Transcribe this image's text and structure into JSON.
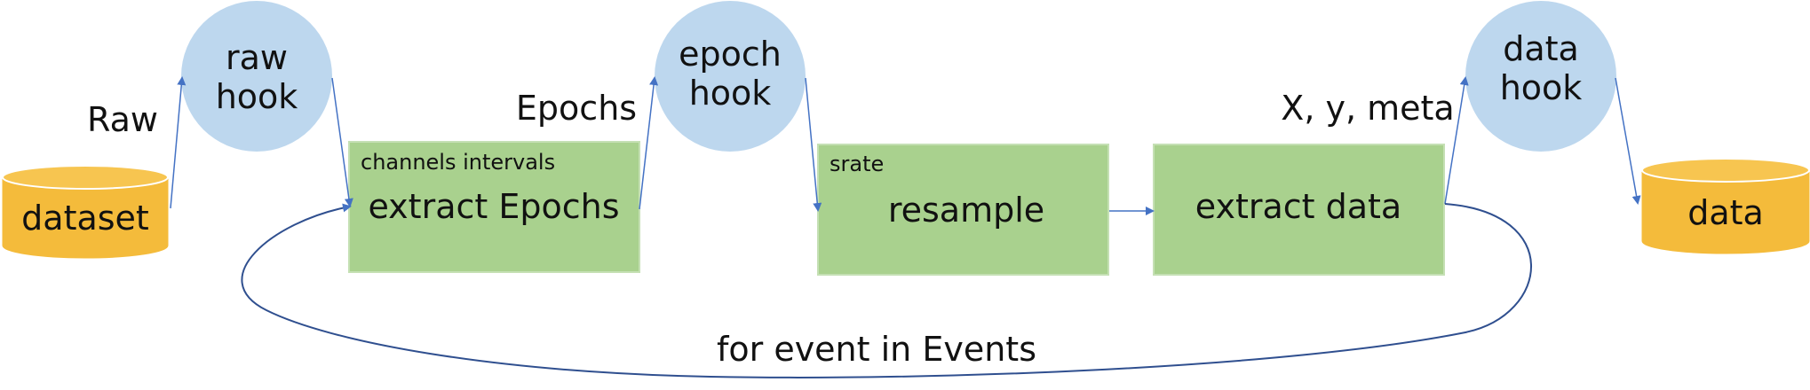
{
  "colors": {
    "hook_fill": "#bdd7ee",
    "process_fill": "#a9d18e",
    "process_border": "#c5e0b4",
    "db_fill": "#f4bb3b",
    "db_top": "#f7c550",
    "arrow": "#4472c4",
    "loop": "#2f4f8f"
  },
  "databases": {
    "dataset": {
      "label": "dataset"
    },
    "data": {
      "label": "data"
    }
  },
  "hooks": {
    "raw": {
      "line1": "raw",
      "line2": "hook"
    },
    "epoch": {
      "line1": "epoch",
      "line2": "hook"
    },
    "data": {
      "line1": "data",
      "line2": "hook"
    }
  },
  "processes": {
    "extract_epochs": {
      "label": "extract Epochs",
      "params": "channels intervals"
    },
    "resample": {
      "label": "resample",
      "params": "srate"
    },
    "extract_data": {
      "label": "extract data"
    }
  },
  "edge_labels": {
    "raw": "Raw",
    "epochs": "Epochs",
    "xy_meta": "X, y, meta",
    "loop": "for event in Events"
  }
}
